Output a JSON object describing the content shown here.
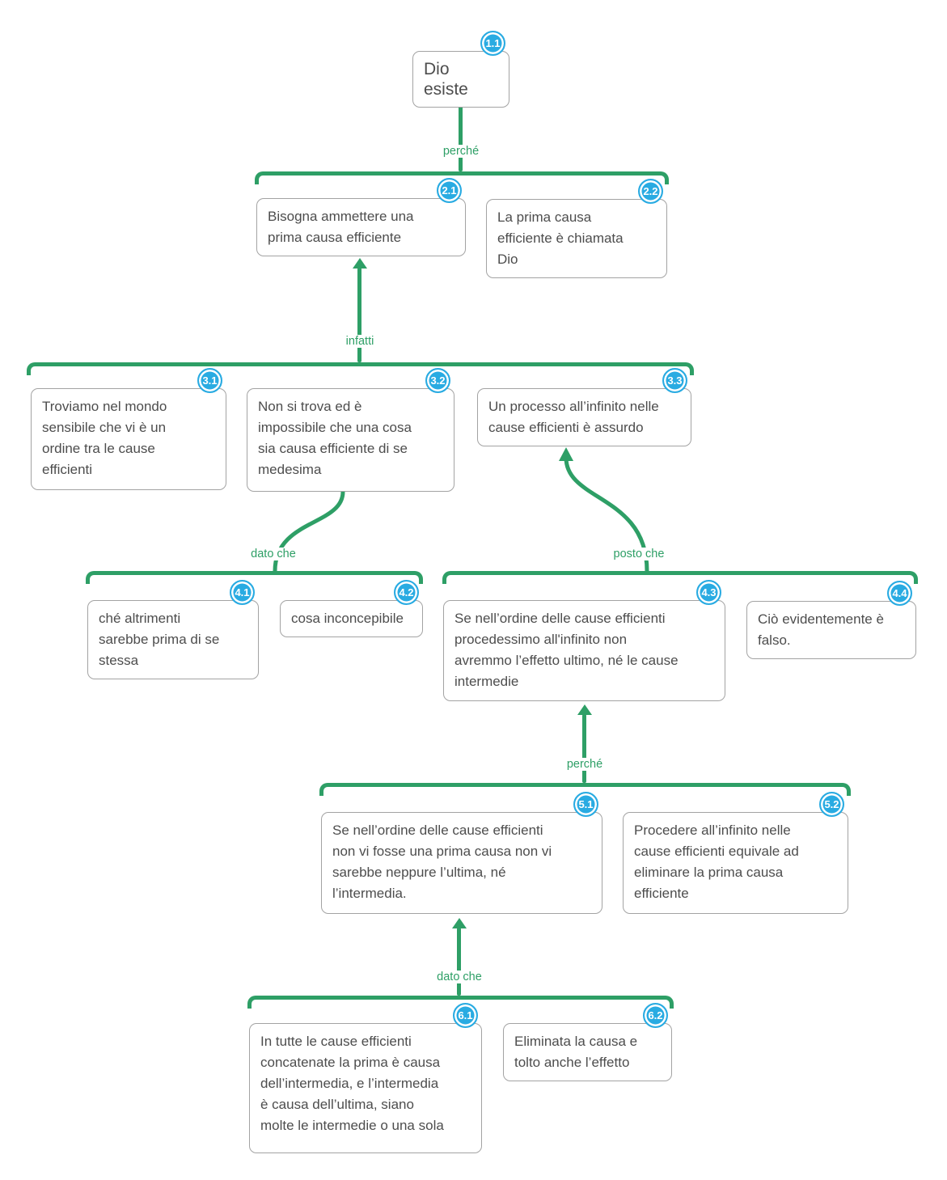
{
  "diagram": {
    "colors": {
      "connector_green": "#2e9f66",
      "badge_blue": "#29abe2",
      "box_border": "#a3a3a3",
      "text_gray": "#4d4d4d"
    },
    "nodes": [
      {
        "id": "1.1",
        "lines": [
          "Dio esiste"
        ]
      },
      {
        "id": "2.1",
        "lines": [
          "Bisogna ammettere una",
          "prima causa efficiente"
        ]
      },
      {
        "id": "2.2",
        "lines": [
          "La prima causa",
          "efficiente è chiamata",
          "Dio"
        ]
      },
      {
        "id": "3.1",
        "lines": [
          "Troviamo nel mondo",
          "sensibile che vi è un",
          "ordine tra le cause",
          "efficienti"
        ]
      },
      {
        "id": "3.2",
        "lines": [
          "Non si trova ed è",
          "impossibile che una cosa",
          "sia causa efficiente di se",
          "medesima"
        ]
      },
      {
        "id": "3.3",
        "lines": [
          "Un processo all’infinito nelle",
          "cause efficienti è assurdo"
        ]
      },
      {
        "id": "4.1",
        "lines": [
          "ché altrimenti",
          "sarebbe prima di se",
          "stessa"
        ]
      },
      {
        "id": "4.2",
        "lines": [
          "cosa inconcepibile"
        ]
      },
      {
        "id": "4.3",
        "lines": [
          "Se nell’ordine delle cause efficienti",
          "procedessimo all'infinito non",
          "avremmo l’effetto ultimo, né le cause",
          "intermedie"
        ]
      },
      {
        "id": "4.4",
        "lines": [
          "Ciò evidentemente è",
          "falso."
        ]
      },
      {
        "id": "5.1",
        "lines": [
          "Se nell’ordine delle cause efficienti",
          "non vi fosse una prima causa non vi",
          "sarebbe neppure l’ultima, né",
          "l’intermedia."
        ]
      },
      {
        "id": "5.2",
        "lines": [
          "Procedere all’infinito nelle",
          "cause efficienti equivale ad",
          "eliminare la prima causa",
          "efficiente"
        ]
      },
      {
        "id": "6.1",
        "lines": [
          "In tutte le cause efficienti",
          "concatenate la prima è causa",
          "dell’intermedia, e l’intermedia",
          "è causa dell’ultima, siano",
          "molte le intermedie o una sola"
        ]
      },
      {
        "id": "6.2",
        "lines": [
          "Eliminata la causa e",
          "tolto anche l’effetto"
        ]
      }
    ],
    "labels": [
      {
        "text": "perché"
      },
      {
        "text": "infatti"
      },
      {
        "text": "dato che"
      },
      {
        "text": "posto che"
      },
      {
        "text": "perché"
      },
      {
        "text": "dato che"
      }
    ]
  }
}
